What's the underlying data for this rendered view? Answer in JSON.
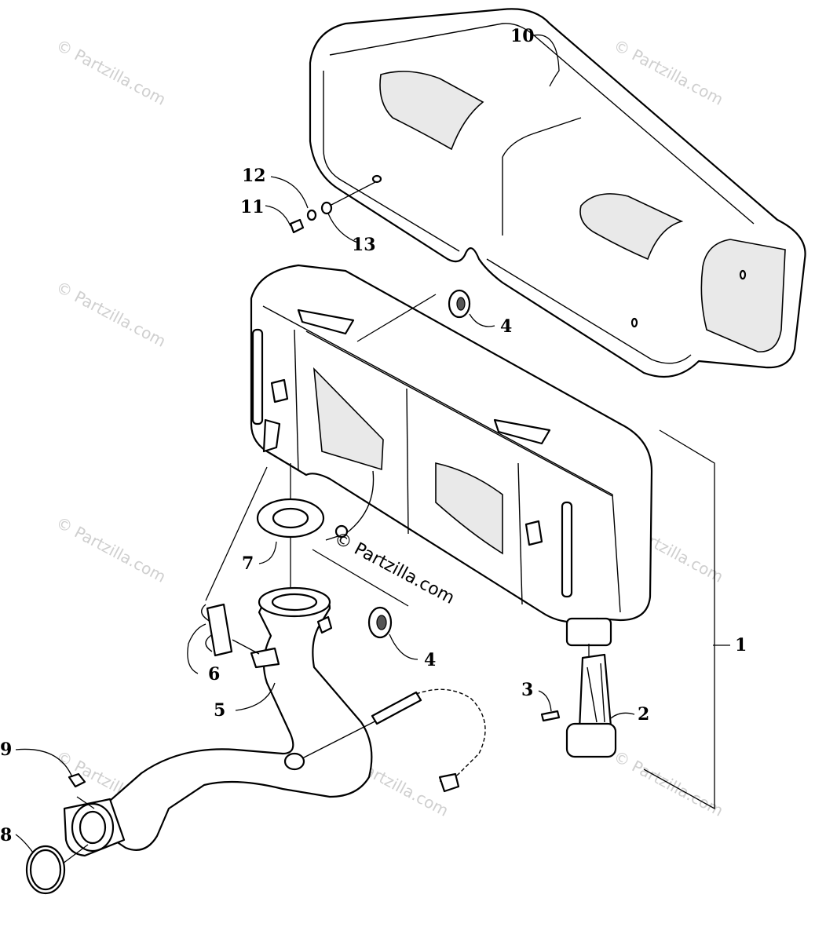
{
  "watermark": {
    "text": "© Partzilla.com"
  },
  "brand": {
    "text": "© Partzilla.com"
  },
  "callouts": [
    {
      "id": "1",
      "text": "1"
    },
    {
      "id": "2",
      "text": "2"
    },
    {
      "id": "3",
      "text": "3"
    },
    {
      "id": "4a",
      "text": "4"
    },
    {
      "id": "4b",
      "text": "4"
    },
    {
      "id": "5",
      "text": "5"
    },
    {
      "id": "6",
      "text": "6"
    },
    {
      "id": "7",
      "text": "7"
    },
    {
      "id": "8",
      "text": "8"
    },
    {
      "id": "9",
      "text": "9"
    },
    {
      "id": "10",
      "text": "10"
    },
    {
      "id": "11",
      "text": "11"
    },
    {
      "id": "12",
      "text": "12"
    },
    {
      "id": "13",
      "text": "13"
    }
  ]
}
